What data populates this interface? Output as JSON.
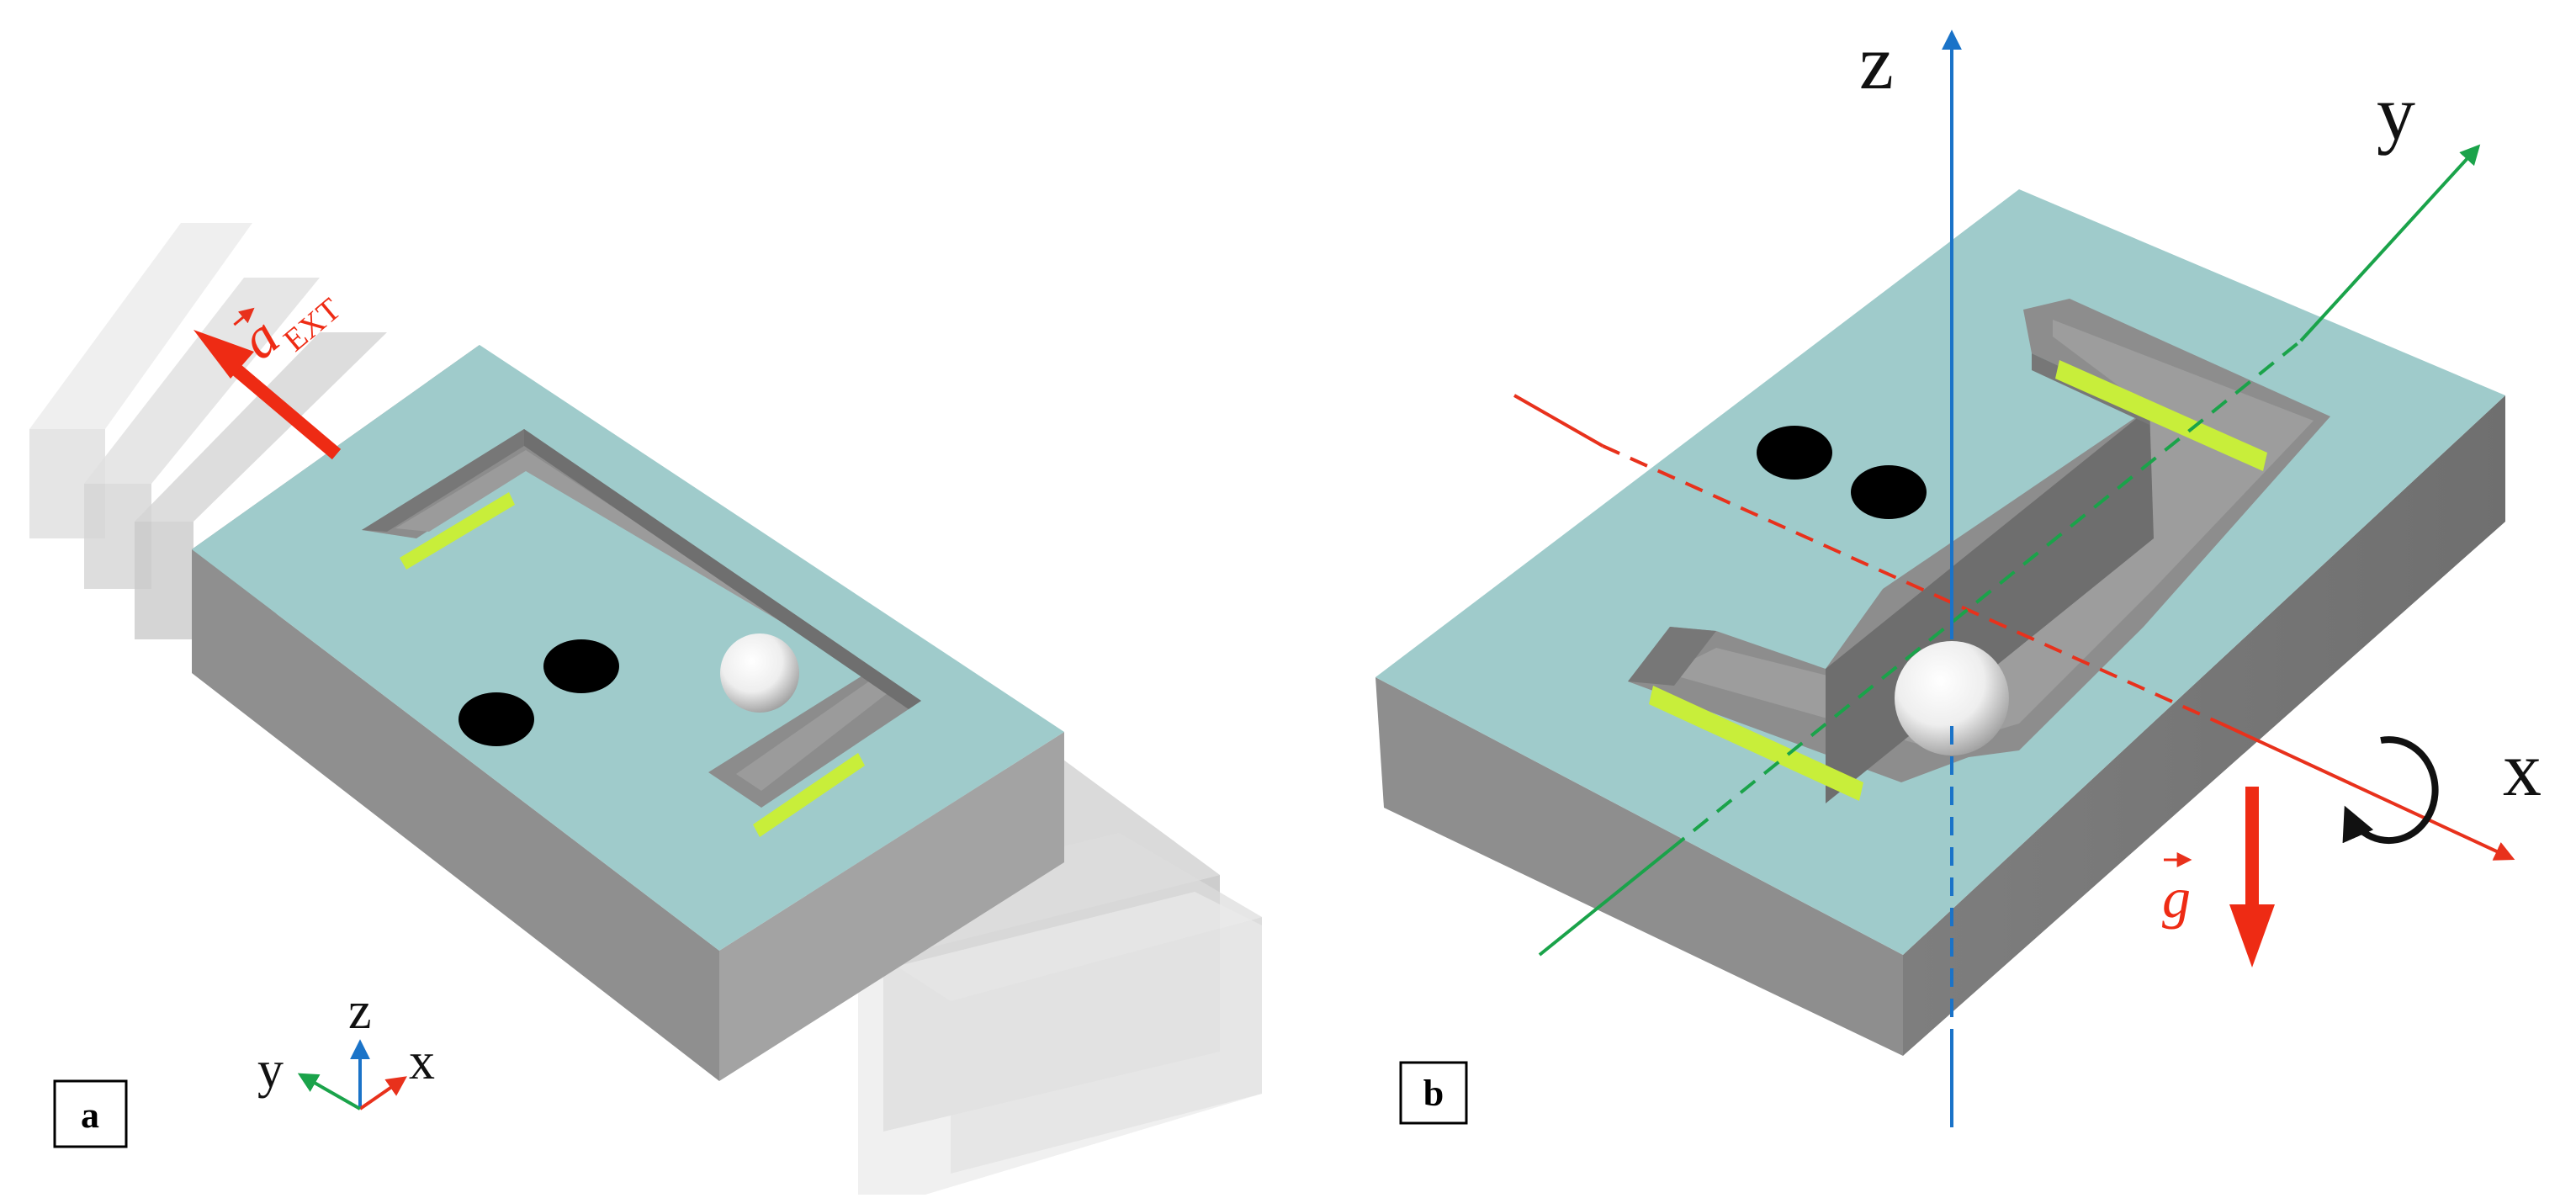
{
  "panel_a": {
    "label": "a",
    "acceleration_symbol": "a",
    "acceleration_subscript": "EXT",
    "axes": {
      "x": "x",
      "y": "y",
      "z": "z"
    }
  },
  "panel_b": {
    "label": "b",
    "axes": {
      "x": "x",
      "y": "y",
      "z": "z"
    },
    "gravity_symbol": "g"
  },
  "colors": {
    "top_face": "#9fcbcb",
    "body_gray": "#8e8e8e",
    "electrode_yellow": "#c8ee3a",
    "axis_x": "#e8311c",
    "axis_y": "#1aa34a",
    "axis_z": "#1a73c8",
    "arrow_red": "#ee2b14"
  }
}
